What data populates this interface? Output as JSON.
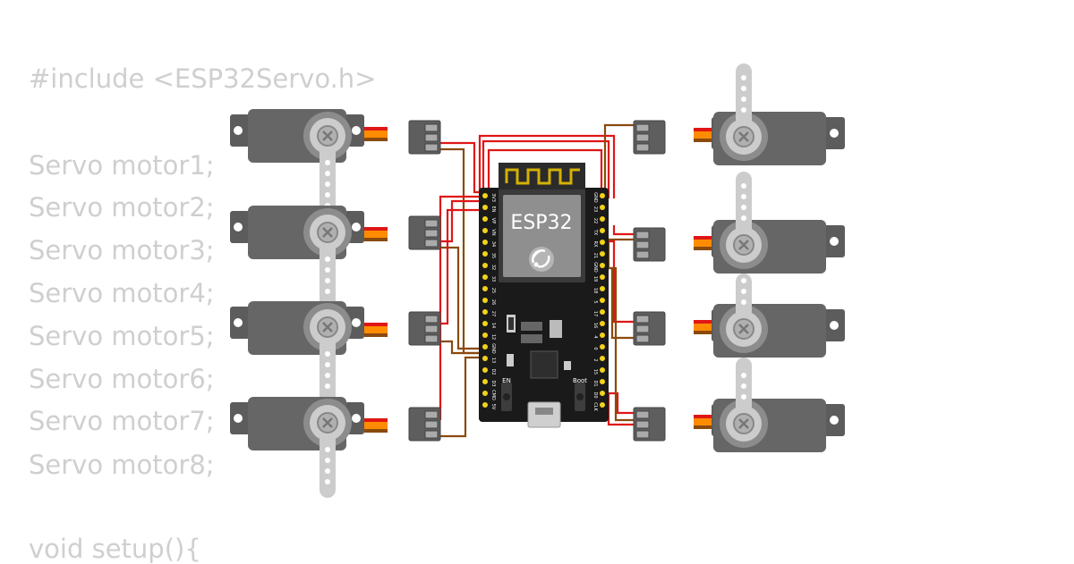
{
  "code": {
    "lines": [
      "#include <ESP32Servo.h>",
      "Servo motor1;",
      "Servo motor2;",
      "Servo motor3;",
      "Servo motor4;",
      "Servo motor5;",
      "Servo motor6;",
      "Servo motor7;",
      "Servo motor8;",
      "void setup(){"
    ]
  },
  "board": {
    "label": "ESP32",
    "en_label": "EN",
    "boot_label": "Boot",
    "left_pins": [
      "3V3",
      "EN",
      "VP",
      "VN",
      "34",
      "35",
      "32",
      "33",
      "25",
      "26",
      "27",
      "14",
      "12",
      "GND",
      "13",
      "D2",
      "D3",
      "CMD",
      "5V"
    ],
    "right_pins": [
      "GND",
      "23",
      "22",
      "TX",
      "RX",
      "21",
      "GND",
      "19",
      "18",
      "5",
      "17",
      "16",
      "4",
      "0",
      "2",
      "15",
      "D1",
      "D0",
      "CLK"
    ]
  },
  "colors": {
    "servo_body": "#666666",
    "horn": "#cccccc",
    "board": "#1a1a1a",
    "pin": "#f2d21b",
    "wire_power": "#e01616",
    "wire_ground": "#8a4a0e",
    "wire_signal": "#ff8c00",
    "code_text": "#cfcfcf"
  }
}
